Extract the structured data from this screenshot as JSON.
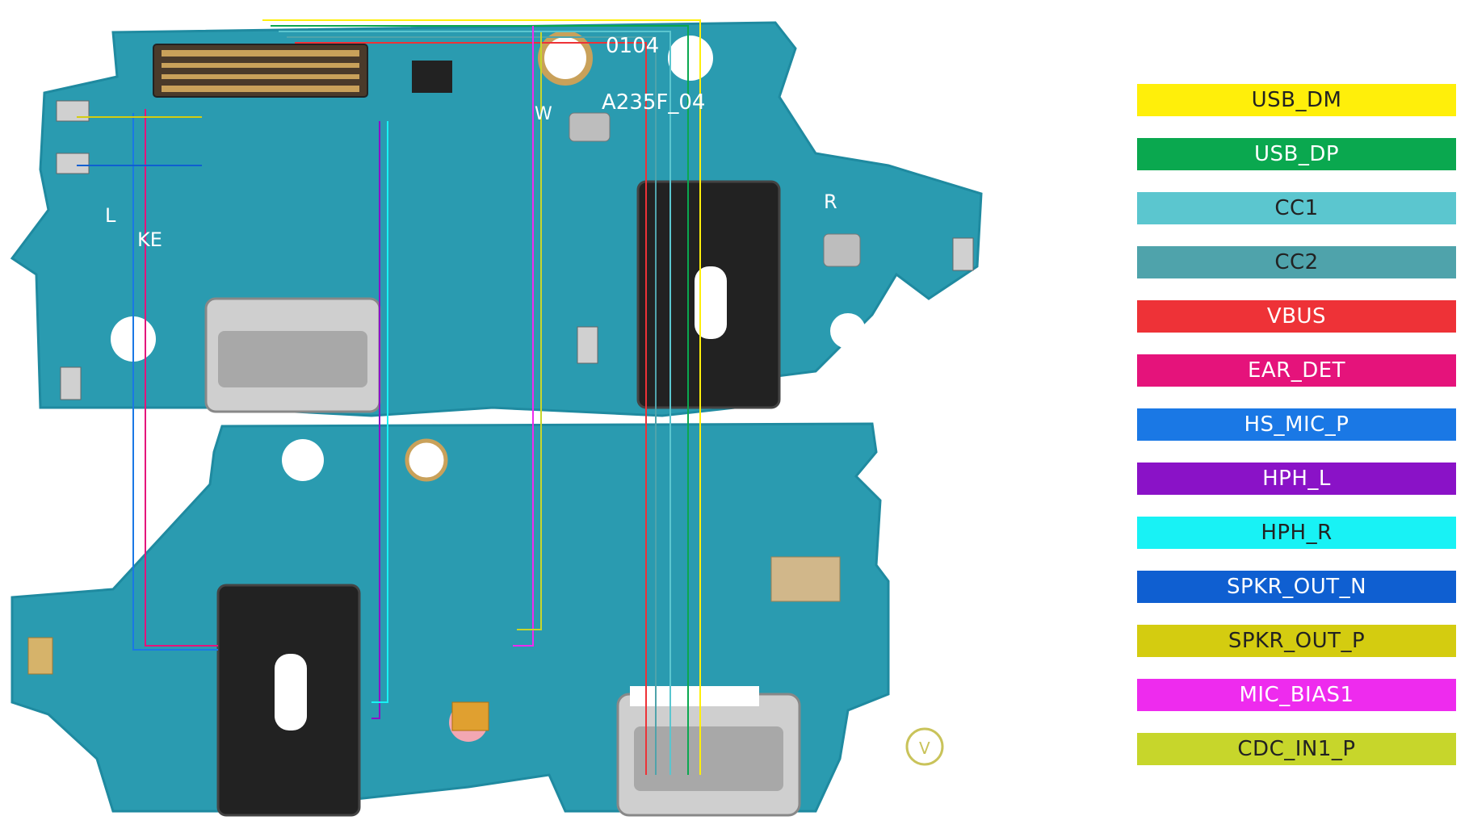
{
  "board_labels": {
    "part_number": "A235F_04",
    "ref": "0104",
    "letter_w": "W",
    "letter_l": "L",
    "letter_ke": "KE",
    "letter_r": "R",
    "letter_v": "V"
  },
  "legend": [
    {
      "label": "USB_DM",
      "color": "#FFEF0A",
      "text_color": "#222222"
    },
    {
      "label": "USB_DP",
      "color": "#0AA84F",
      "text_color": "#FFFFFF"
    },
    {
      "label": "CC1",
      "color": "#5BC6CF",
      "text_color": "#222222"
    },
    {
      "label": "CC2",
      "color": "#4FA3AB",
      "text_color": "#222222"
    },
    {
      "label": "VBUS",
      "color": "#EE3237",
      "text_color": "#FFFFFF"
    },
    {
      "label": "EAR_DET",
      "color": "#E5137B",
      "text_color": "#FFFFFF"
    },
    {
      "label": "HS_MIC_P",
      "color": "#1A78E5",
      "text_color": "#FFFFFF"
    },
    {
      "label": "HPH_L",
      "color": "#8A12C7",
      "text_color": "#FFFFFF"
    },
    {
      "label": "HPH_R",
      "color": "#18F2F5",
      "text_color": "#222222"
    },
    {
      "label": "SPKR_OUT_N",
      "color": "#0F5FD1",
      "text_color": "#FFFFFF"
    },
    {
      "label": "SPKR_OUT_P",
      "color": "#D4CC10",
      "text_color": "#222222"
    },
    {
      "label": "MIC_BIAS1",
      "color": "#EE2BEE",
      "text_color": "#FFFFFF"
    },
    {
      "label": "CDC_IN1_P",
      "color": "#C7D62B",
      "text_color": "#222222"
    }
  ]
}
